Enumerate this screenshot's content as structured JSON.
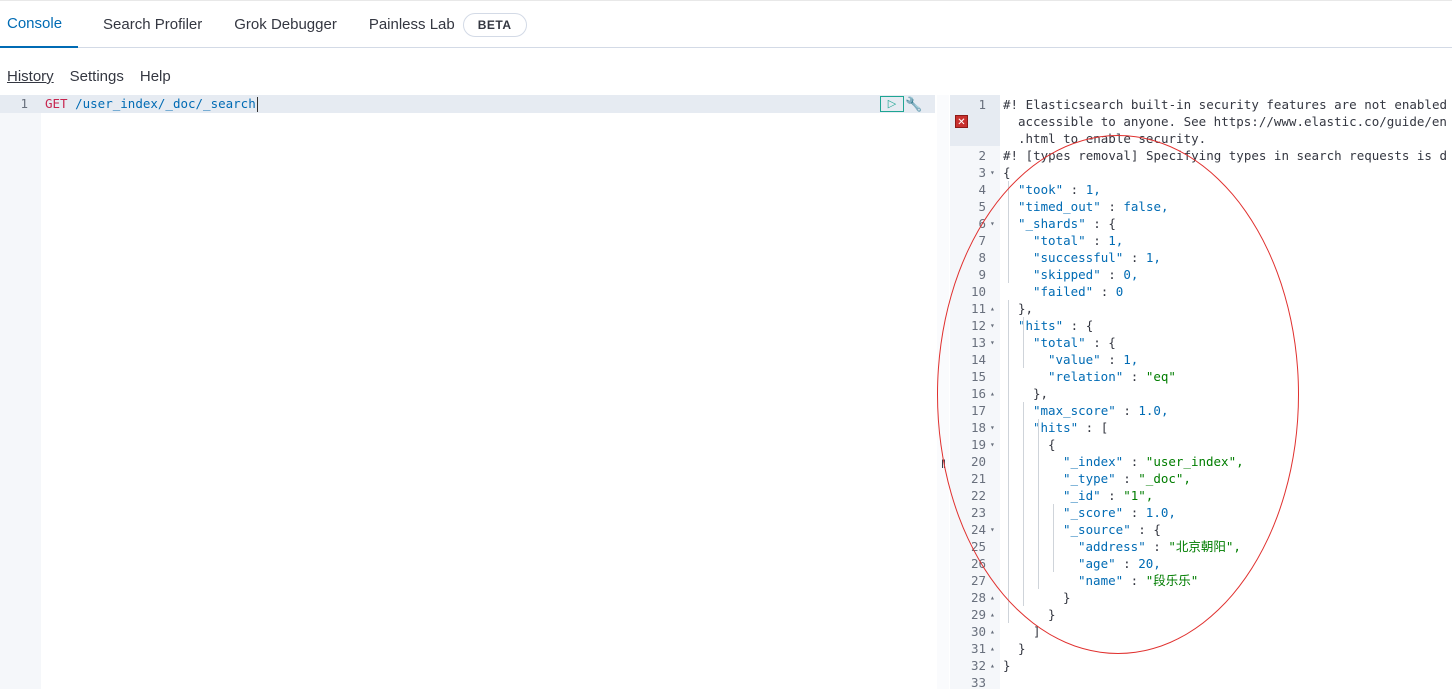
{
  "top_tabs": [
    {
      "label": "Console",
      "active": true
    },
    {
      "label": "Search Profiler",
      "active": false
    },
    {
      "label": "Grok Debugger",
      "active": false
    },
    {
      "label": "Painless Lab",
      "active": false,
      "badge": "BETA"
    }
  ],
  "subnav": {
    "history": "History",
    "settings": "Settings",
    "help": "Help"
  },
  "request": {
    "line_number": "1",
    "method": "GET",
    "path": "/user_index/_doc/_search"
  },
  "icons": {
    "run": "play-icon",
    "settings": "wrench-icon",
    "error": "error-icon",
    "splitter": "splitter-grip-icon"
  },
  "output_lines": [
    {
      "n": "1",
      "fold": "",
      "indent": 0,
      "text": "#! Elasticsearch built-in security features are not enabled"
    },
    {
      "n": "",
      "fold": "",
      "indent": 1,
      "text": "accessible to anyone. See https://www.elastic.co/guide/en"
    },
    {
      "n": "",
      "fold": "",
      "indent": 1,
      "text": ".html to enable security."
    },
    {
      "n": "2",
      "fold": "",
      "indent": 0,
      "text": "#! [types removal] Specifying types in search requests is d"
    },
    {
      "n": "3",
      "fold": "▾",
      "indent": 0,
      "text": "{"
    },
    {
      "n": "4",
      "fold": "",
      "indent": 1,
      "key": "\"took\"",
      "val": "1,",
      "vt": "n"
    },
    {
      "n": "5",
      "fold": "",
      "indent": 1,
      "key": "\"timed_out\"",
      "val": "false,",
      "vt": "b"
    },
    {
      "n": "6",
      "fold": "▾",
      "indent": 1,
      "key": "\"_shards\"",
      "val": "{",
      "vt": "p"
    },
    {
      "n": "7",
      "fold": "",
      "indent": 2,
      "key": "\"total\"",
      "val": "1,",
      "vt": "n"
    },
    {
      "n": "8",
      "fold": "",
      "indent": 2,
      "key": "\"successful\"",
      "val": "1,",
      "vt": "n"
    },
    {
      "n": "9",
      "fold": "",
      "indent": 2,
      "key": "\"skipped\"",
      "val": "0,",
      "vt": "n"
    },
    {
      "n": "10",
      "fold": "",
      "indent": 2,
      "key": "\"failed\"",
      "val": "0",
      "vt": "n"
    },
    {
      "n": "11",
      "fold": "▴",
      "indent": 1,
      "text": "},"
    },
    {
      "n": "12",
      "fold": "▾",
      "indent": 1,
      "key": "\"hits\"",
      "val": "{",
      "vt": "p"
    },
    {
      "n": "13",
      "fold": "▾",
      "indent": 2,
      "key": "\"total\"",
      "val": "{",
      "vt": "p"
    },
    {
      "n": "14",
      "fold": "",
      "indent": 3,
      "key": "\"value\"",
      "val": "1,",
      "vt": "n"
    },
    {
      "n": "15",
      "fold": "",
      "indent": 3,
      "key": "\"relation\"",
      "val": "\"eq\"",
      "vt": "s"
    },
    {
      "n": "16",
      "fold": "▴",
      "indent": 2,
      "text": "},"
    },
    {
      "n": "17",
      "fold": "",
      "indent": 2,
      "key": "\"max_score\"",
      "val": "1.0,",
      "vt": "n"
    },
    {
      "n": "18",
      "fold": "▾",
      "indent": 2,
      "key": "\"hits\"",
      "val": "[",
      "vt": "p"
    },
    {
      "n": "19",
      "fold": "▾",
      "indent": 3,
      "text": "{"
    },
    {
      "n": "20",
      "fold": "",
      "indent": 4,
      "key": "\"_index\"",
      "val": "\"user_index\",",
      "vt": "s"
    },
    {
      "n": "21",
      "fold": "",
      "indent": 4,
      "key": "\"_type\"",
      "val": "\"_doc\",",
      "vt": "s"
    },
    {
      "n": "22",
      "fold": "",
      "indent": 4,
      "key": "\"_id\"",
      "val": "\"1\",",
      "vt": "s"
    },
    {
      "n": "23",
      "fold": "",
      "indent": 4,
      "key": "\"_score\"",
      "val": "1.0,",
      "vt": "n"
    },
    {
      "n": "24",
      "fold": "▾",
      "indent": 4,
      "key": "\"_source\"",
      "val": "{",
      "vt": "p"
    },
    {
      "n": "25",
      "fold": "",
      "indent": 5,
      "key": "\"address\"",
      "val": "\"北京朝阳\",",
      "vt": "s"
    },
    {
      "n": "26",
      "fold": "",
      "indent": 5,
      "key": "\"age\"",
      "val": "20,",
      "vt": "n"
    },
    {
      "n": "27",
      "fold": "",
      "indent": 5,
      "key": "\"name\"",
      "val": "\"段乐乐\"",
      "vt": "s"
    },
    {
      "n": "28",
      "fold": "▴",
      "indent": 4,
      "text": "}"
    },
    {
      "n": "29",
      "fold": "▴",
      "indent": 3,
      "text": "}"
    },
    {
      "n": "30",
      "fold": "▴",
      "indent": 2,
      "text": "]"
    },
    {
      "n": "31",
      "fold": "▴",
      "indent": 1,
      "text": "}"
    },
    {
      "n": "32",
      "fold": "▴",
      "indent": 0,
      "text": "}"
    },
    {
      "n": "33",
      "fold": "",
      "indent": 0,
      "text": ""
    }
  ]
}
